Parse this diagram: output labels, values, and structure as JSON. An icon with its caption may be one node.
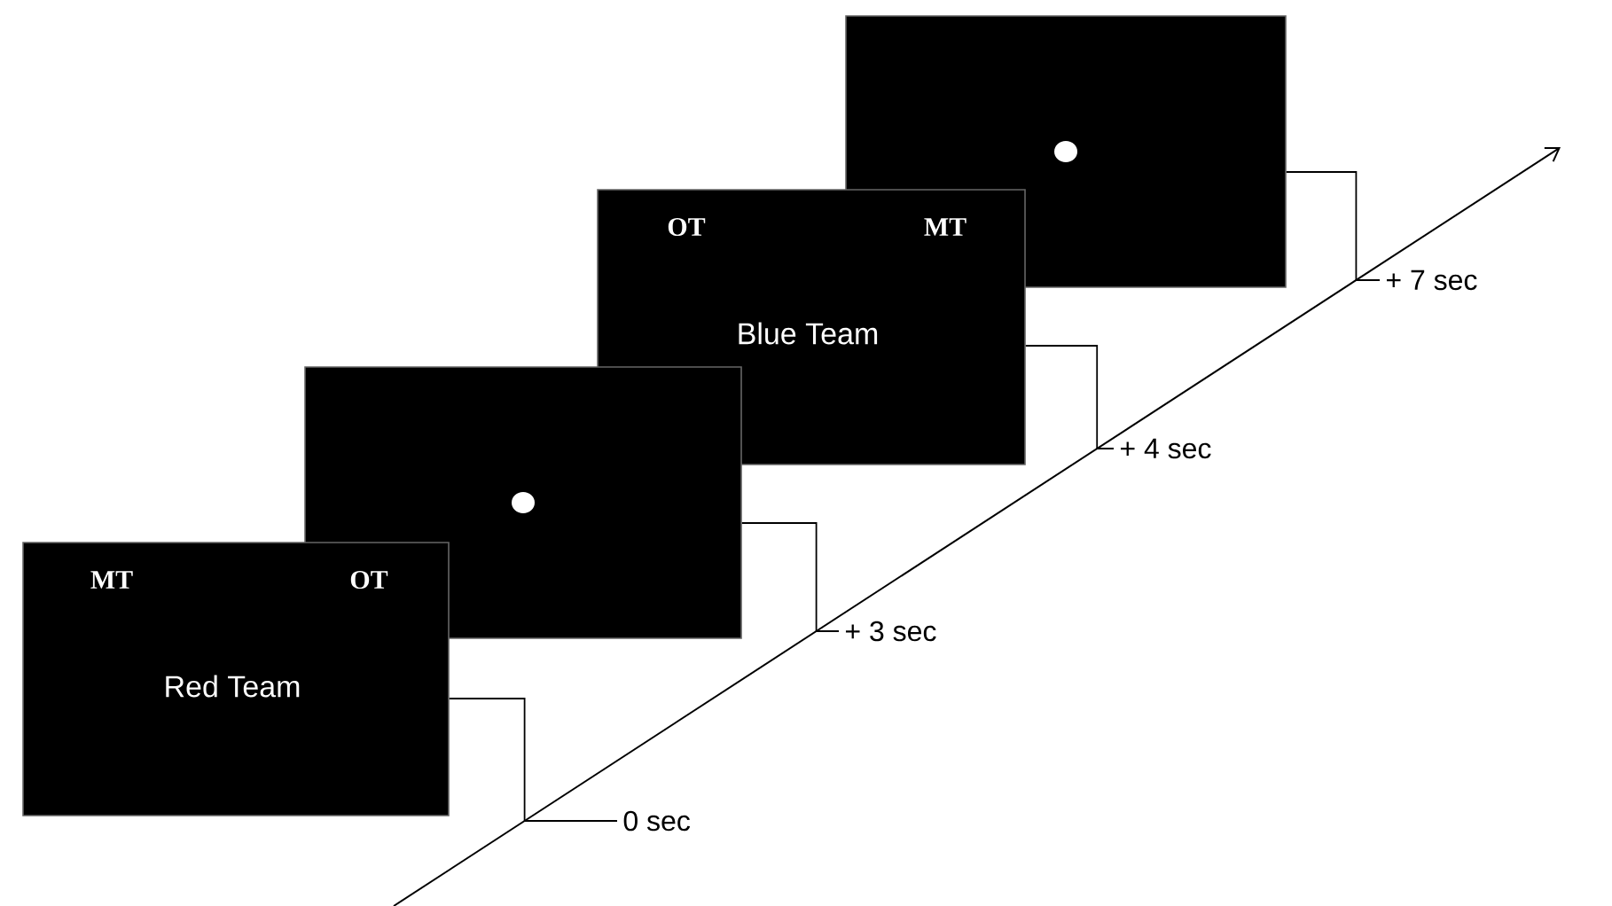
{
  "diagram": {
    "nodes": [
      {
        "text": [],
        "shape": "box"
      },
      {
        "text": [
          "OT",
          "MT",
          "Blue Team"
        ]
      },
      {
        "text": [],
        "shape": "box"
      },
      {
        "text": [
          "MT",
          "OT",
          "Red Team"
        ]
      },
      {
        "text": [
          "+ 7 sec"
        ]
      },
      {
        "text": [
          "+ 4 sec"
        ]
      },
      {
        "text": [
          "+ 3 sec"
        ]
      },
      {
        "text": [
          "0 sec"
        ]
      }
    ],
    "edges": [
      {
        "from": 0,
        "to": 4,
        "arrow": "none"
      },
      {
        "from": 1,
        "to": 5,
        "arrow": "none"
      },
      {
        "from": 2,
        "to": 6,
        "arrow": "none"
      },
      {
        "from": 3,
        "to": 7,
        "arrow": "none"
      }
    ]
  }
}
